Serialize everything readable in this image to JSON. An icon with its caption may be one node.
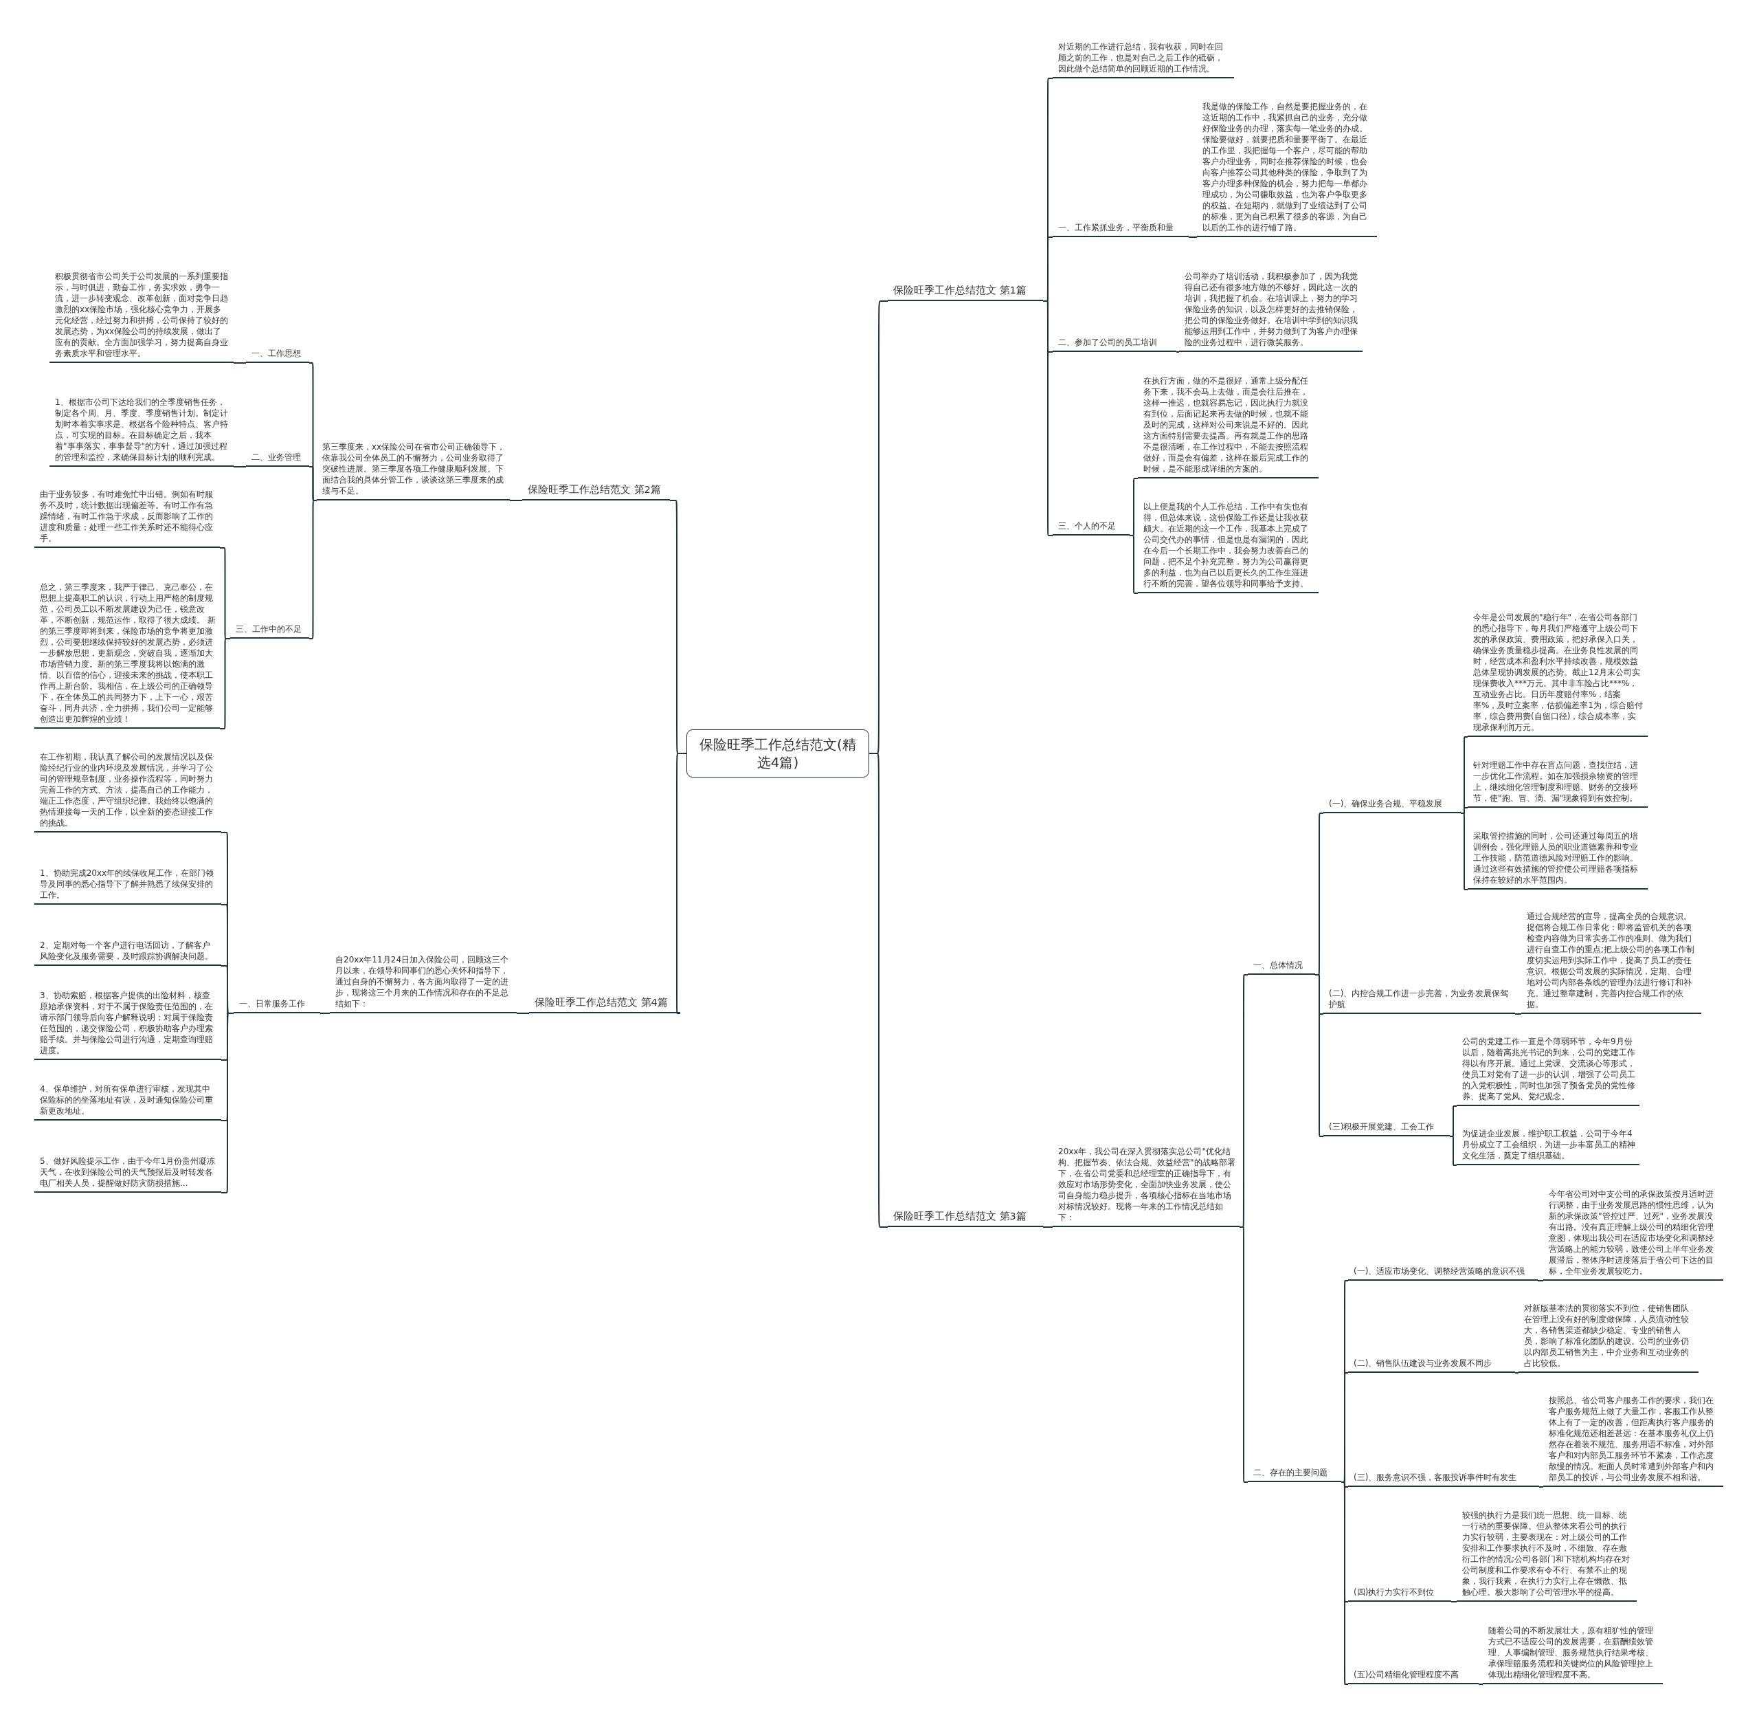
{
  "diagram": {
    "nodes": [
      {
        "text": [
          "保险旺季工作总结范文(精选4篇)"
        ]
      },
      {
        "text": [
          "保险旺季工作总结范文 第1篇"
        ]
      },
      {
        "text": [
          "对近期的工作进行总结，我有收获，同时在回顾之前的工作，也是对自己之后工作的砥砺，因此做个总结简单的回顾近期的工作情况。"
        ]
      },
      {
        "text": [
          "一、工作紧抓业务，平衡质和量"
        ]
      },
      {
        "text": [
          "我是做的保险工作，自然是要把握业务的，在这近期的工作中，我紧抓自己的业务，充分做好保险业务的办理，落实每一笔业务的办成。保险要做好，就要把质和量要平衡了。在最近的工作里，我把握每一个客户，尽可能的帮助客户办理业务，同时在推荐保险的时候，也会向客户推荐公司其他种类的保险，争取到了为客户办理多种保险的机会，努力把每一单都办理成功，为公司赚取效益，也为客户争取更多的权益。在短期内，就做到了业绩达到了公司的标准，更为自己积累了很多的客源，为自己以后的工作的进行铺了路。"
        ]
      },
      {
        "text": [
          "二、参加了公司的员工培训"
        ]
      },
      {
        "text": [
          "公司举办了培训活动，我积极参加了，因为我觉得自己还有很多地方做的不够好，因此这一次的培训，我把握了机会。在培训课上，努力的学习保险业务的知识，以及怎样更好的去推销保险，把公司的保险业务做好。在培训中学到的知识我能够运用到工作中，并努力做到了为客户办理保险的业务过程中，进行微笑服务。"
        ]
      },
      {
        "text": [
          "三、个人的不足"
        ]
      },
      {
        "text": [
          "在执行方面，做的不是很好，通常上级分配任务下来，我不会马上去做，而是会往后推在，这样一推迟，也就容易忘记，因此执行力就没有到位，后面记起来再去做的时候，也就不能及时的完成，这样对公司来说是不好的。因此这方面特别需要去提高。再有就是工作的思路不是很清晰，在工作过程中，不能去按照流程做好，而是会有偏差，这样在最后完成工作的时候，是不能形成详细的方案的。"
        ]
      },
      {
        "text": [
          "以上便是我的个人工作总结，工作中有失也有得，但总体来说，这份保险工作还是让我收获颇大。在近期的这一个工作，我基本上完成了公司交代办的事情，但是也是有漏洞的，因此在今后一个长期工作中，我会努力改善自己的问题，把不足个补充完整，努力为公司赢得更多的利益，也为自己以后更长久的工作生涯进行不断的完善，望各位领导和同事给予支持。"
        ]
      },
      {
        "text": [
          "保险旺季工作总结范文 第2篇"
        ]
      },
      {
        "text": [
          "第三季度来，xx保险公司在省市公司正确领导下，依靠我公司全体员工的不懈努力，公司业务取得了突破性进展。第三季度各项工作健康顺利发展。下面结合我的具体分管工作，谈谈这第三季度来的成绩与不足。"
        ]
      },
      {
        "text": [
          "一、工作思想"
        ]
      },
      {
        "text": [
          "积极贯彻省市公司关于公司发展的一系列重要指示，与时俱进，勤奋工作，务实求效，勇争一流，进一步转变观念、改革创新，面对竞争日趋激烈的xx保险市场，强化核心竞争力，开展多元化经营，经过努力和拼搏，公司保持了较好的发展态势，为xx保险公司的持续发展，做出了应有的贡献。全方面加强学习，努力提高自身业务素质水平和管理水平。"
        ]
      },
      {
        "text": [
          "二、业务管理"
        ]
      },
      {
        "text": [
          "1、根据市公司下达给我们的全季度销售任务，制定各个周、月、季度、季度销售计划。制定计划时本着实事求是、根据各个险种特点、客户特点，可实现的目标。在目标确定之后，我本着\"事事落实，事事督导\"的方针，通过加强过程的管理和监控，来确保目标计划的顺利完成。"
        ]
      },
      {
        "text": [
          "三、工作中的不足"
        ]
      },
      {
        "text": [
          "由于业务较多，有时难免忙中出错。例如有时服务不及时，统计数据出现偏差等。有时工作有急躁情绪，有时工作急于求成，反而影响了工作的进度和质量；处理一些工作关系时还不能得心应手。"
        ]
      },
      {
        "text": [
          "总之，第三季度来，我严于律己、克己奉公，在思想上提高职工的认识，行动上用严格的制度规范，公司员工以不断发展建设为己任，锐意改革，不断创新，规范运作，取得了很大成绩。 新的第三季度即将到来，保险市场的竞争将更加激烈，公司要想继续保持较好的发展态势，必须进一步解放思想，更新观念，突破自我，逐渐加大市场营销力度。新的第三季度我将以饱满的激情、以百倍的信心，迎接未来的挑战，使本职工作再上新台阶。我相信，在上级公司的正确领导下，在全体员工的共同努力下，上下一心，艰苦奋斗，同舟共济，全力拼搏，我们公司一定能够创造出更加辉煌的业绩！"
        ]
      },
      {
        "text": [
          "保险旺季工作总结范文 第3篇"
        ]
      },
      {
        "text": [
          "20xx年，我公司在深入贯彻落实总公司\"优化结构、把握节奏、依法合规、效益经营\"的战略部署下，在省公司党委和总经理室的正确指导下，有效应对市场形势变化，全面加快业务发展，使公司自身能力稳步提升，各项核心指标在当地市场对标情况较好。现将一年来的工作情况总结如下："
        ]
      },
      {
        "text": [
          "一、总体情况"
        ]
      },
      {
        "text": [
          "(一)、确保业务合规、平稳发展"
        ]
      },
      {
        "text": [
          "今年是公司发展的\"稳行年\"，在省公司各部门的悉心指导下，每月我们严格遵守上级公司下发的承保政策、费用政策，把好承保入口关，确保业务质量稳步提高。在业务良性发展的同时，经营成本和盈利水平持续改善，规模效益总体呈现协调发展的态势。截止12月末公司实现保费收入***万元。其中非车险占比***%，互动业务占比。日历年度赔付率%，结案率%，及时立案率，估损偏差率1为，综合赔付率，综合费用费(自留口径)，综合成本率，实现承保利润万元。"
        ]
      },
      {
        "text": [
          "针对理赔工作中存在盲点问题，查找症结，进一步优化工作流程。如在加强损余物资的管理上，继续细化管理制度和理赔、财务的交接环节，使\"跑、冒、滴、漏\"现象得到有效控制。"
        ]
      },
      {
        "text": [
          "采取管控措施的同时，公司还通过每周五的培训例会，强化理赔人员的职业道德素养和专业工作技能，防范道德风险对理赔工作的影响。通过这些有效措施的管控使公司理赔各项指标保持在较好的水平范围内。"
        ]
      },
      {
        "text": [
          "(二)、内控合规工作进一步完善，为业务发展保驾护航"
        ]
      },
      {
        "text": [
          "通过合规经营的宣导，提高全员的合规意识。提倡将合规工作日常化：即将监管机关的各项检查内容做为日常实务工作的准则、做为我们进行自查工作的重点;把上级公司的各项工作制度切实运用到实际工作中，提高了员工的责任意识。根据公司发展的实际情况，定期、合理地对公司内部各条线的管理办法进行修订和补充。通过整章建制，完善内控合规工作的依据。"
        ]
      },
      {
        "text": [
          "(三)积极开展党建、工会工作"
        ]
      },
      {
        "text": [
          "公司的党建工作一直是个薄弱环节，今年9月份以后，随着高兆光书记的到来，公司的党建工作得以有序开展。通过上党课、交流谈心等形式，使员工对党有了进一步的认训，增强了公司员工的入党积极性，同时也加强了预备党员的党性修养、提高了党风、党纪观念。"
        ]
      },
      {
        "text": [
          "为促进企业发展，维护职工权益，公司于今年4月份成立了工会组织，为进一步丰富员工的精神文化生活，奠定了组织基础。"
        ]
      },
      {
        "text": [
          "二、存在的主要问题"
        ]
      },
      {
        "text": [
          "(一)、适应市场变化、调整经营策略的意识不强"
        ]
      },
      {
        "text": [
          "今年省公司对中支公司的承保政策按月适时进行调整，由于业务发展思路的惯性思维，认为新的承保政策\"管控过严、过死\"，业务发展没有出路。没有真正理解上级公司的精细化管理意图，体现出我公司在适应市场变化和调整经营策略上的能力较弱，致使公司上半年业务发展滞后，整体序时进度落后于省公司下达的目标，全年业务发展较吃力。"
        ]
      },
      {
        "text": [
          "(二)、销售队伍建设与业务发展不同步"
        ]
      },
      {
        "text": [
          "对新版基本法的贯彻落实不到位，使销售团队在管理上没有好的制度做保障，人员流动性较大，各销售渠道都缺少稳定、专业的销售人员，影响了标准化团队的建设。公司的业务仍以内部员工销售为主，中介业务和互动业务的占比较低。"
        ]
      },
      {
        "text": [
          "(三)、服务意识不强，客服投诉事件时有发生"
        ]
      },
      {
        "text": [
          "按照总、省公司客户服务工作的要求，我们在客户服务规范上做了大量工作，客服工作从整体上有了一定的改善，但距离执行客户服务的标准化规范还相差甚远：在基本服务礼仪上仍然存在着装不规范、服务用语不标准，对外部客户和对内部员工服务环节不紧凑，工作态度散慢的情况。柜面人员时常遭到外部客户和内部员工的投诉，与公司业务发展不相和谐。"
        ]
      },
      {
        "text": [
          "(四)执行力实行不到位"
        ]
      },
      {
        "text": [
          "较强的执行力是我们统一思想、统一目标、统一行动的重要保障。但从整体来看公司的执行力实行较弱，主要表现在：对上级公司的工作安排和工作要求执行不及时，不细致、存在敷衍工作的情况;公司各部门和下辖机构均存在对公司制度和工作要求有令不行、有禁不止的现象，我行我素，在执行力实行上存在懒散、抵触心理。极大影响了公司管理水平的提高。"
        ]
      },
      {
        "text": [
          "(五)公司精细化管理程度不高"
        ]
      },
      {
        "text": [
          "随着公司的不断发展壮大，原有粗犷性的管理方式已不适应公司的发展需要，在薪酬绩效管理、人事编制管理、服务规范执行结果考核、承保理赔服务流程和关键岗位的风险管理控上体现出精细化管理程度不高。"
        ]
      },
      {
        "text": [
          "保险旺季工作总结范文 第4篇"
        ]
      },
      {
        "text": [
          "自20xx年11月24日加入保险公司，回顾这三个月以来，在领导和同事们的悉心关怀和指导下，通过自身的不懈努力，各方面均取得了一定的进步，现将这三个月来的工作情况和存在的不足总结如下："
        ]
      },
      {
        "text": [
          "一、日常服务工作"
        ]
      },
      {
        "text": [
          "在工作初期，我认真了解公司的发展情况以及保险经纪行业的业内环境及发展情况，并学习了公司的管理规章制度，业务操作流程等，同时努力完善工作的方式、方法，提高自己的工作能力，端正工作态度，严守组织纪律。我始终以饱满的热情迎接每一天的工作，以全新的姿态迎接工作的挑战。"
        ]
      },
      {
        "text": [
          "1、协助完成20xx年的续保收尾工作，在部门领导及同事的悉心指导下了解并熟悉了续保安排的工作。"
        ]
      },
      {
        "text": [
          "2、定期对每一个客户进行电话回访，了解客户风险变化及服务需要，及时跟踪协调解决问题。"
        ]
      },
      {
        "text": [
          "3、协助索赔，根据客户提供的出险材料，核查原始承保资料，对于不属于保险责任范围的，在请示部门领导后向客户解释说明；对属于保险责任范围的，递交保险公司，积极协助客户办理索赔手续。并与保险公司进行沟通，定期查询理赔进度。"
        ]
      },
      {
        "text": [
          "4、保单维护，对所有保单进行审核，发现其中保险标的的坐落地址有误，及时通知保险公司重新更改地址。"
        ]
      },
      {
        "text": [
          "5、做好风险提示工作，由于今年1月份贵州凝冻天气，在收到保险公司的天气预报后及时转发各电厂相关人员，提醒做好防灾防损措施..."
        ]
      }
    ],
    "edges": [
      {
        "from": 0,
        "to": 1,
        "arrow": "none"
      },
      {
        "from": 1,
        "to": 2,
        "arrow": "none"
      },
      {
        "from": 1,
        "to": 3,
        "arrow": "none"
      },
      {
        "from": 3,
        "to": 4,
        "arrow": "none"
      },
      {
        "from": 1,
        "to": 5,
        "arrow": "none"
      },
      {
        "from": 5,
        "to": 6,
        "arrow": "none"
      },
      {
        "from": 1,
        "to": 7,
        "arrow": "none"
      },
      {
        "from": 7,
        "to": 8,
        "arrow": "none"
      },
      {
        "from": 7,
        "to": 9,
        "arrow": "none"
      },
      {
        "from": 0,
        "to": 10,
        "arrow": "none"
      },
      {
        "from": 10,
        "to": 11,
        "arrow": "none"
      },
      {
        "from": 11,
        "to": 12,
        "arrow": "none"
      },
      {
        "from": 12,
        "to": 13,
        "arrow": "none"
      },
      {
        "from": 11,
        "to": 14,
        "arrow": "none"
      },
      {
        "from": 14,
        "to": 15,
        "arrow": "none"
      },
      {
        "from": 11,
        "to": 16,
        "arrow": "none"
      },
      {
        "from": 16,
        "to": 17,
        "arrow": "none"
      },
      {
        "from": 16,
        "to": 18,
        "arrow": "none"
      },
      {
        "from": 0,
        "to": 19,
        "arrow": "none"
      },
      {
        "from": 19,
        "to": 20,
        "arrow": "none"
      },
      {
        "from": 20,
        "to": 21,
        "arrow": "none"
      },
      {
        "from": 21,
        "to": 22,
        "arrow": "none"
      },
      {
        "from": 22,
        "to": 23,
        "arrow": "none"
      },
      {
        "from": 22,
        "to": 24,
        "arrow": "none"
      },
      {
        "from": 22,
        "to": 25,
        "arrow": "none"
      },
      {
        "from": 21,
        "to": 26,
        "arrow": "none"
      },
      {
        "from": 26,
        "to": 27,
        "arrow": "none"
      },
      {
        "from": 21,
        "to": 28,
        "arrow": "none"
      },
      {
        "from": 28,
        "to": 29,
        "arrow": "none"
      },
      {
        "from": 28,
        "to": 30,
        "arrow": "none"
      },
      {
        "from": 20,
        "to": 31,
        "arrow": "none"
      },
      {
        "from": 31,
        "to": 32,
        "arrow": "none"
      },
      {
        "from": 32,
        "to": 33,
        "arrow": "none"
      },
      {
        "from": 31,
        "to": 34,
        "arrow": "none"
      },
      {
        "from": 34,
        "to": 35,
        "arrow": "none"
      },
      {
        "from": 31,
        "to": 36,
        "arrow": "none"
      },
      {
        "from": 36,
        "to": 37,
        "arrow": "none"
      },
      {
        "from": 31,
        "to": 38,
        "arrow": "none"
      },
      {
        "from": 38,
        "to": 39,
        "arrow": "none"
      },
      {
        "from": 31,
        "to": 40,
        "arrow": "none"
      },
      {
        "from": 40,
        "to": 41,
        "arrow": "none"
      },
      {
        "from": 0,
        "to": 42,
        "arrow": "none"
      },
      {
        "from": 42,
        "to": 43,
        "arrow": "none"
      },
      {
        "from": 43,
        "to": 44,
        "arrow": "none"
      },
      {
        "from": 44,
        "to": 45,
        "arrow": "none"
      },
      {
        "from": 44,
        "to": 46,
        "arrow": "none"
      },
      {
        "from": 44,
        "to": 47,
        "arrow": "none"
      },
      {
        "from": 44,
        "to": 48,
        "arrow": "none"
      },
      {
        "from": 44,
        "to": 49,
        "arrow": "none"
      },
      {
        "from": 44,
        "to": 50,
        "arrow": "none"
      }
    ]
  }
}
